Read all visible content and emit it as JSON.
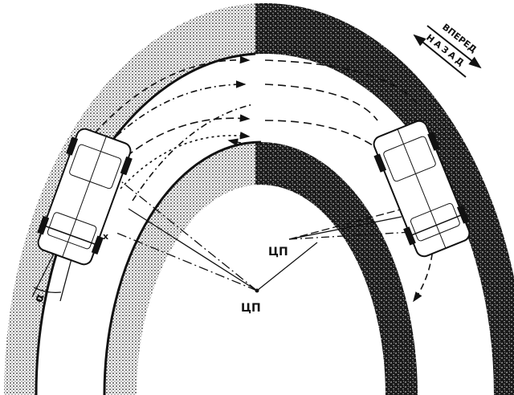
{
  "labels": {
    "forward": "ВПЕРЕД",
    "backward": "НАЗАД",
    "turn_center_1": "ЦП",
    "turn_center_2": "ЦП",
    "angle": "α",
    "point_mark": "x"
  },
  "colors": {
    "ink": "#111111",
    "light_zone": "#9a9a9a",
    "dark_zone": "#1a1a1a"
  }
}
